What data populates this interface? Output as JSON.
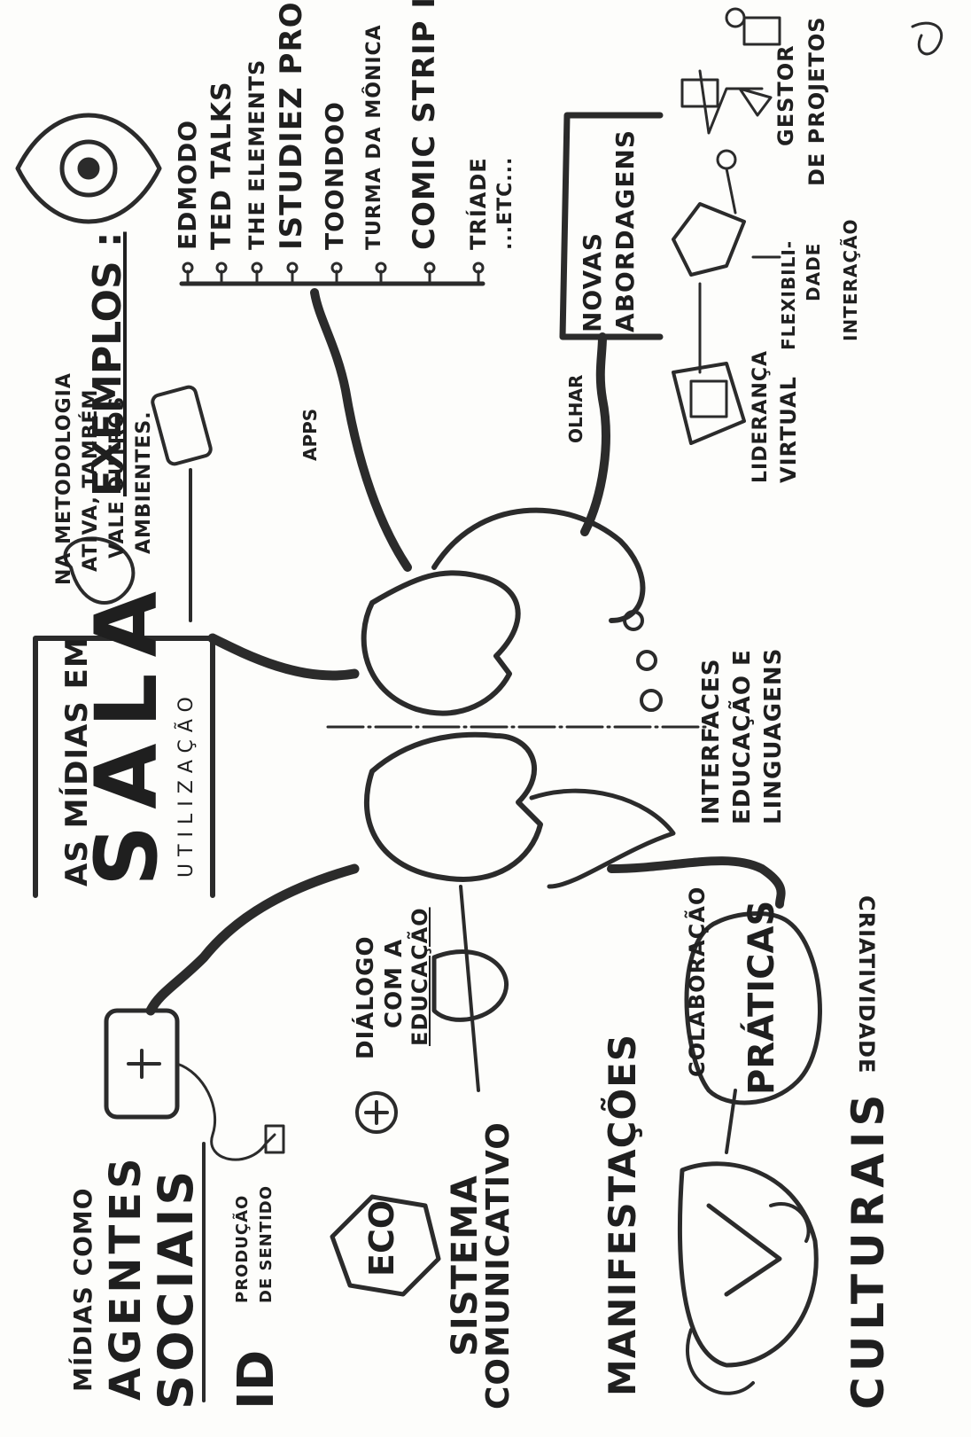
{
  "colors": {
    "ink": "#1f1f1f",
    "paper": "#fdfdfb",
    "marker": "#2e2e2e"
  },
  "sala": {
    "line1": "AS MÍDIAS EM",
    "big": "SALA",
    "sub": "UTILIZAÇÃO"
  },
  "metodologia": {
    "lines": [
      "NA METODOLOGIA",
      "ATIVA, TAMBÉM",
      "VALE OUTROS",
      "AMBIENTES."
    ]
  },
  "apps_label": "APPS",
  "exemplos": {
    "title": "EXEMPLOS :",
    "items": [
      "EDMODO",
      "TED TALKS",
      "THE ELEMENTS",
      "ISTUDIEZ PRO",
      "TOONDOO",
      "TURMA DA MÔNICA",
      "COMIC STRIP IT",
      "TRÍADE",
      "...ETC..."
    ]
  },
  "novas": {
    "olhar": "OLHAR",
    "line1": "NOVAS",
    "line2": "ABORDAGENS",
    "lideranca": [
      "LIDERANÇA",
      "VIRTUAL"
    ],
    "flex": [
      "FLEXIBILI-",
      "DADE"
    ],
    "interacao": "INTERAÇÃO",
    "gestor": [
      "GESTOR",
      "DE PROJETOS"
    ]
  },
  "interfaces": {
    "lines": [
      "INTERFACES",
      "EDUCAÇÃO E",
      "LINGUAGENS"
    ]
  },
  "midias_agentes": {
    "line1": "MÍDIAS COMO",
    "line2": "AGENTES",
    "line3": "SOCIAIS",
    "sub": [
      "PRODUÇÃO",
      "DE SENTIDO"
    ]
  },
  "dialogo": {
    "lines": [
      "DIÁLOGO",
      "COM A",
      "EDUCAÇÃO"
    ]
  },
  "eco": {
    "badge": "ECO",
    "line1": "SISTEMA",
    "line2": "COMUNICATIVO"
  },
  "praticas": {
    "center": "PRÁTICAS",
    "left": "COLABORAÇÃO",
    "right": "CRIATIVIDADE"
  },
  "manifestacoes": {
    "line1": "MANIFESTAÇÕES",
    "line2": "CULTURAIS"
  }
}
